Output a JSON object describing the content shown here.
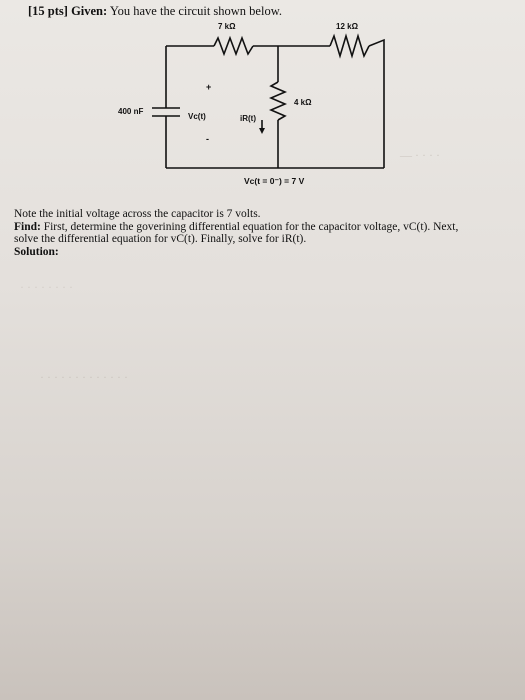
{
  "header": {
    "points": "[15 pts]",
    "given_label": "Given:",
    "given_text": "You have the circuit shown below."
  },
  "circuit": {
    "r_top_left": "7 kΩ",
    "r_top_right": "12 kΩ",
    "r_middle": "4 kΩ",
    "capacitor": "400 nF",
    "vc_label": "Vc(t)",
    "ir_label": "iR(t)",
    "plus_sign": "+",
    "minus_sign": "-",
    "initial_condition": "Vc(t = 0⁻) = 7 V"
  },
  "problem": {
    "note": "Note the initial voltage across the capacitor is 7 volts.",
    "find_label": "Find:",
    "find_text_1": "First, determine the goverining differential equation for the capacitor voltage, vC(t). Next,",
    "find_text_2": "solve the differential equation for vC(t). Finally, solve for iR(t).",
    "solution_label": "Solution:"
  }
}
